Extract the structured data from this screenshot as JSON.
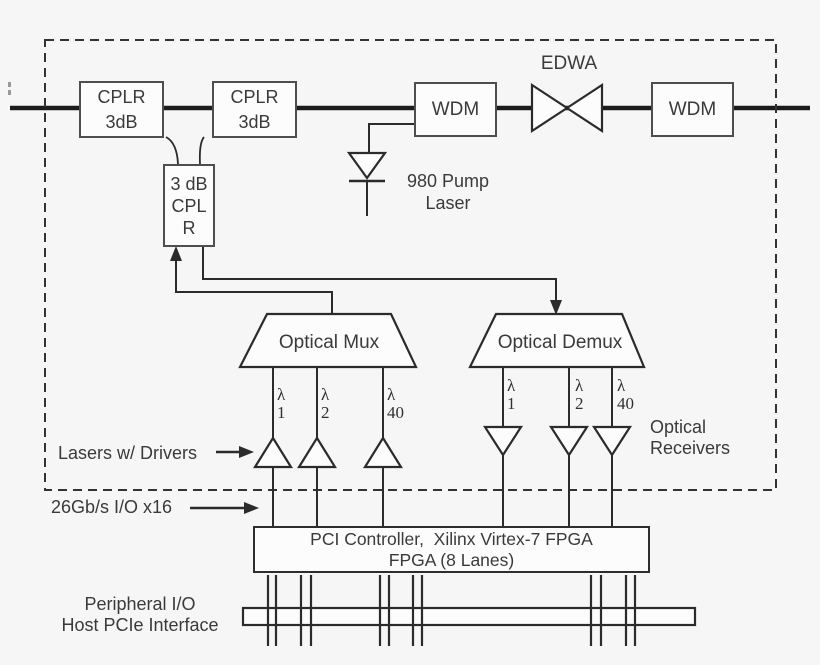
{
  "colors": {
    "background": "#f6f6f6",
    "line_ink": "#2b2b2b",
    "box_fill": "#fcfcfc",
    "text": "#3a3a3a"
  },
  "fiber_ring": {
    "coupler1": {
      "lines": [
        "CPLR",
        "3dB"
      ]
    },
    "coupler2": {
      "lines": [
        "CPLR",
        "3dB"
      ]
    },
    "wdm1": {
      "label": "WDM"
    },
    "edwa": {
      "label": "EDWA"
    },
    "wdm2": {
      "label": "WDM"
    },
    "coupler3": {
      "lines": [
        "3 dB",
        "CPL",
        "R"
      ]
    },
    "pump": {
      "lines": [
        "980 Pump",
        "Laser"
      ]
    }
  },
  "mux": {
    "label": "Optical Mux",
    "channels": [
      {
        "symbol": "λ",
        "number": "1"
      },
      {
        "symbol": "λ",
        "number": "2"
      },
      {
        "symbol": "λ",
        "number": "40"
      }
    ]
  },
  "demux": {
    "label": "Optical Demux",
    "channels": [
      {
        "symbol": "λ",
        "number": "1"
      },
      {
        "symbol": "λ",
        "number": "2"
      },
      {
        "symbol": "λ",
        "number": "40"
      }
    ]
  },
  "annotations": {
    "lasers": "Lasers w/ Drivers",
    "io_rate": "26Gb/s I/O x16",
    "receivers": {
      "lines": [
        "Optical",
        "Receivers"
      ]
    },
    "peripheral": {
      "lines": [
        "Peripheral I/O",
        "Host PCIe Interface"
      ]
    }
  },
  "pci": {
    "lines": [
      "PCI Controller,  Xilinx Virtex-7 FPGA",
      "FPGA (8 Lanes)"
    ]
  }
}
